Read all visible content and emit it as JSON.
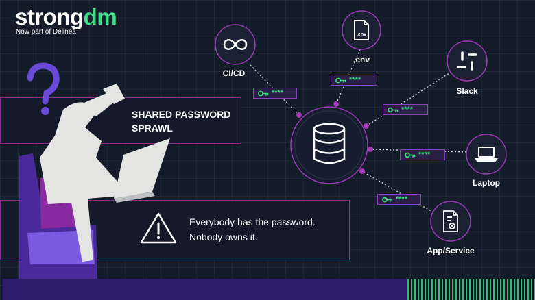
{
  "brand": {
    "name_main": "strong",
    "name_accent": "dm",
    "subtitle": "Now part of Delinea"
  },
  "title": {
    "line1": "SHARED PASSWORD",
    "line2": "SPRAWL"
  },
  "message": {
    "line1": "Everybody has the password.",
    "line2": "Nobody owns it."
  },
  "nodes": {
    "cicd": {
      "label": "CI/CD",
      "icon": "infinity-icon"
    },
    "env": {
      "label": ".env",
      "icon": "env-file-icon",
      "icon_text": ".env"
    },
    "slack": {
      "label": "Slack",
      "icon": "slack-icon"
    },
    "laptop": {
      "label": "Laptop",
      "icon": "laptop-icon"
    },
    "app": {
      "label": "App/Service",
      "icon": "app-service-icon"
    },
    "hub": {
      "icon": "database-icon"
    }
  },
  "key_mask": "****",
  "colors": {
    "accent_green": "#39d97f",
    "accent_purple": "#8a3ec0",
    "bar_purple": "#2e1d6c",
    "background": "#141b29"
  }
}
